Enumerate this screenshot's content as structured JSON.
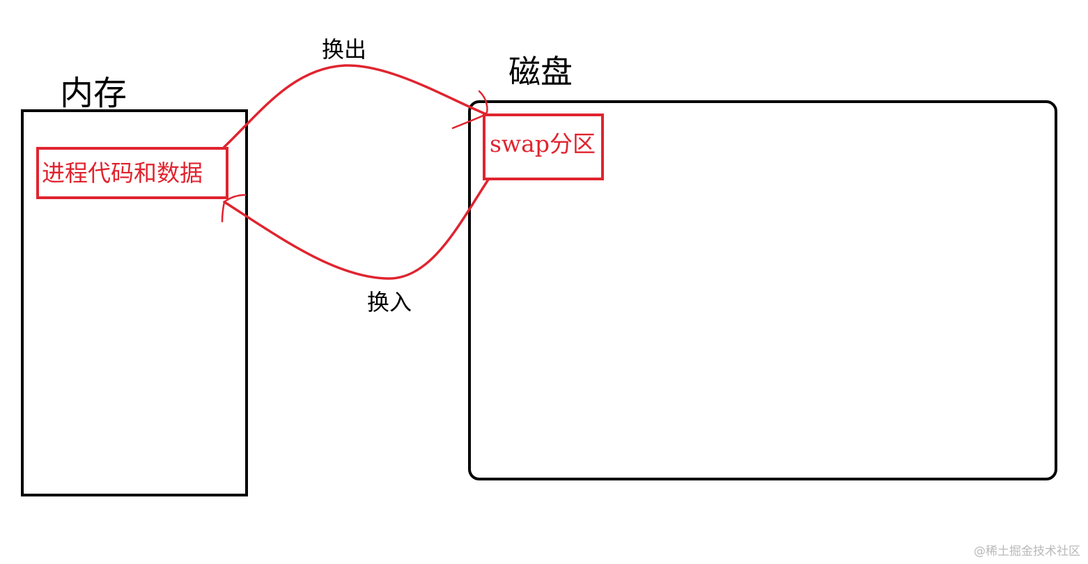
{
  "labels": {
    "memory": "内存",
    "disk": "磁盘",
    "process_code_data": "进程代码和数据",
    "swap_partition": "swap分区",
    "swap_out": "换出",
    "swap_in": "换入"
  },
  "watermark": "@稀土掘金技术社区",
  "colors": {
    "outline": "#000000",
    "highlight": "#e0242f"
  }
}
